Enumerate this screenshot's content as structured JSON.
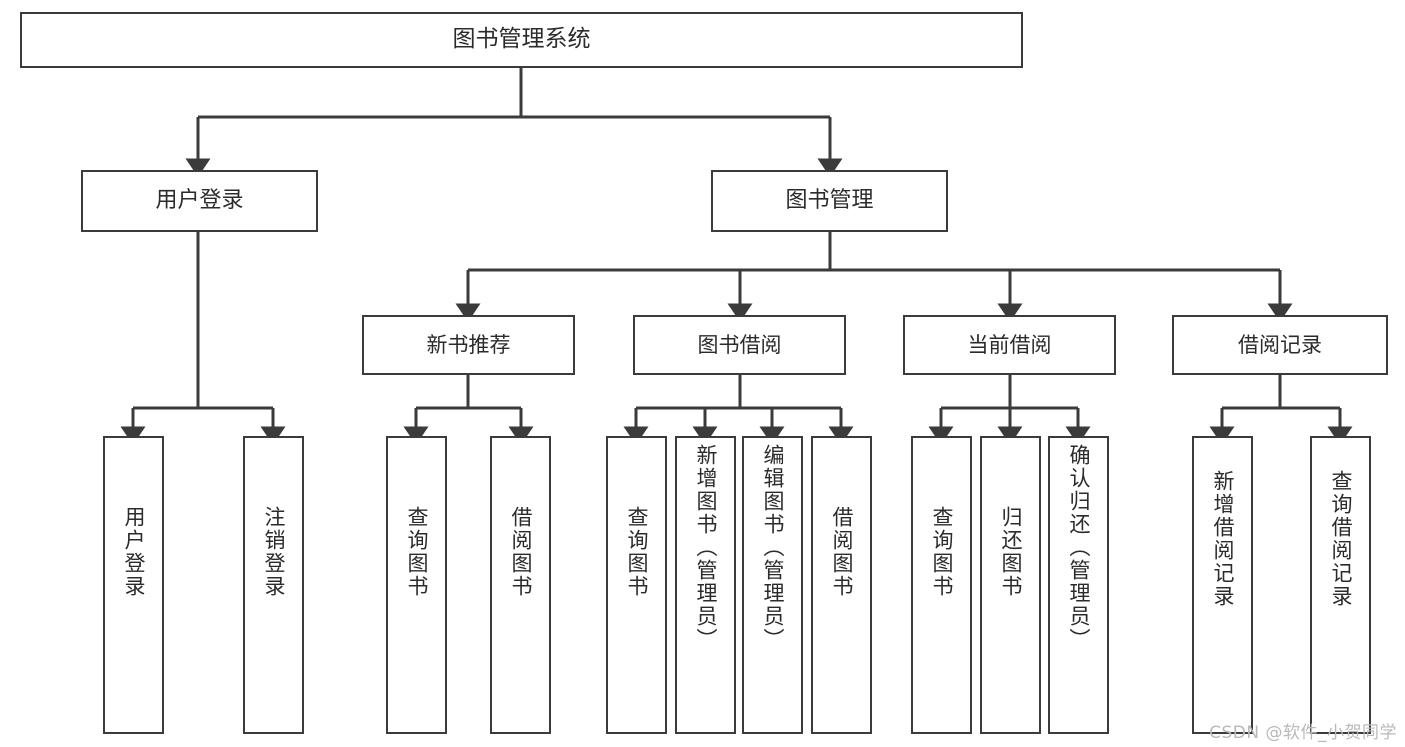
{
  "diagram": {
    "type": "hierarchy-tree",
    "title": "图书管理系统",
    "orientation": "top-down",
    "colors": {
      "box_border": "#3b3b3b",
      "box_fill": "#ffffff",
      "connector": "#3b3b3b",
      "text": "#2b2b2b",
      "watermark": "#b9b9b9",
      "background": "#ffffff"
    }
  },
  "watermark": {
    "text": "CSDN @软件_小贺同学"
  },
  "nodes": {
    "root": {
      "label": "图书管理系统"
    },
    "level1": [
      {
        "id": "user-login",
        "label": "用户登录"
      },
      {
        "id": "book-manage",
        "label": "图书管理"
      }
    ],
    "level2": [
      {
        "id": "new-book-recommend",
        "label": "新书推荐"
      },
      {
        "id": "book-borrow",
        "label": "图书借阅"
      },
      {
        "id": "current-borrow",
        "label": "当前借阅"
      },
      {
        "id": "borrow-record",
        "label": "借阅记录"
      }
    ],
    "level3": [
      {
        "id": "leaf-user-login",
        "label": "用户登录",
        "parent": "user-login"
      },
      {
        "id": "leaf-logout",
        "label": "注销登录",
        "parent": "user-login"
      },
      {
        "id": "leaf-query-book-1",
        "label": "查询图书",
        "parent": "new-book-recommend"
      },
      {
        "id": "leaf-borrow-book-1",
        "label": "借阅图书",
        "parent": "new-book-recommend"
      },
      {
        "id": "leaf-query-book-2",
        "label": "查询图书",
        "parent": "book-borrow"
      },
      {
        "id": "leaf-add-book",
        "label": "新增图书（管理员）",
        "parent": "book-borrow"
      },
      {
        "id": "leaf-edit-book",
        "label": "编辑图书（管理员）",
        "parent": "book-borrow"
      },
      {
        "id": "leaf-borrow-book-2",
        "label": "借阅图书",
        "parent": "book-borrow"
      },
      {
        "id": "leaf-query-book-3",
        "label": "查询图书",
        "parent": "current-borrow"
      },
      {
        "id": "leaf-return-book",
        "label": "归还图书",
        "parent": "current-borrow"
      },
      {
        "id": "leaf-confirm-return",
        "label": "确认归还（管理员）",
        "parent": "current-borrow"
      },
      {
        "id": "leaf-add-record",
        "label": "新增借阅记录",
        "parent": "borrow-record"
      },
      {
        "id": "leaf-query-record",
        "label": "查询借阅记录",
        "parent": "borrow-record"
      }
    ]
  }
}
